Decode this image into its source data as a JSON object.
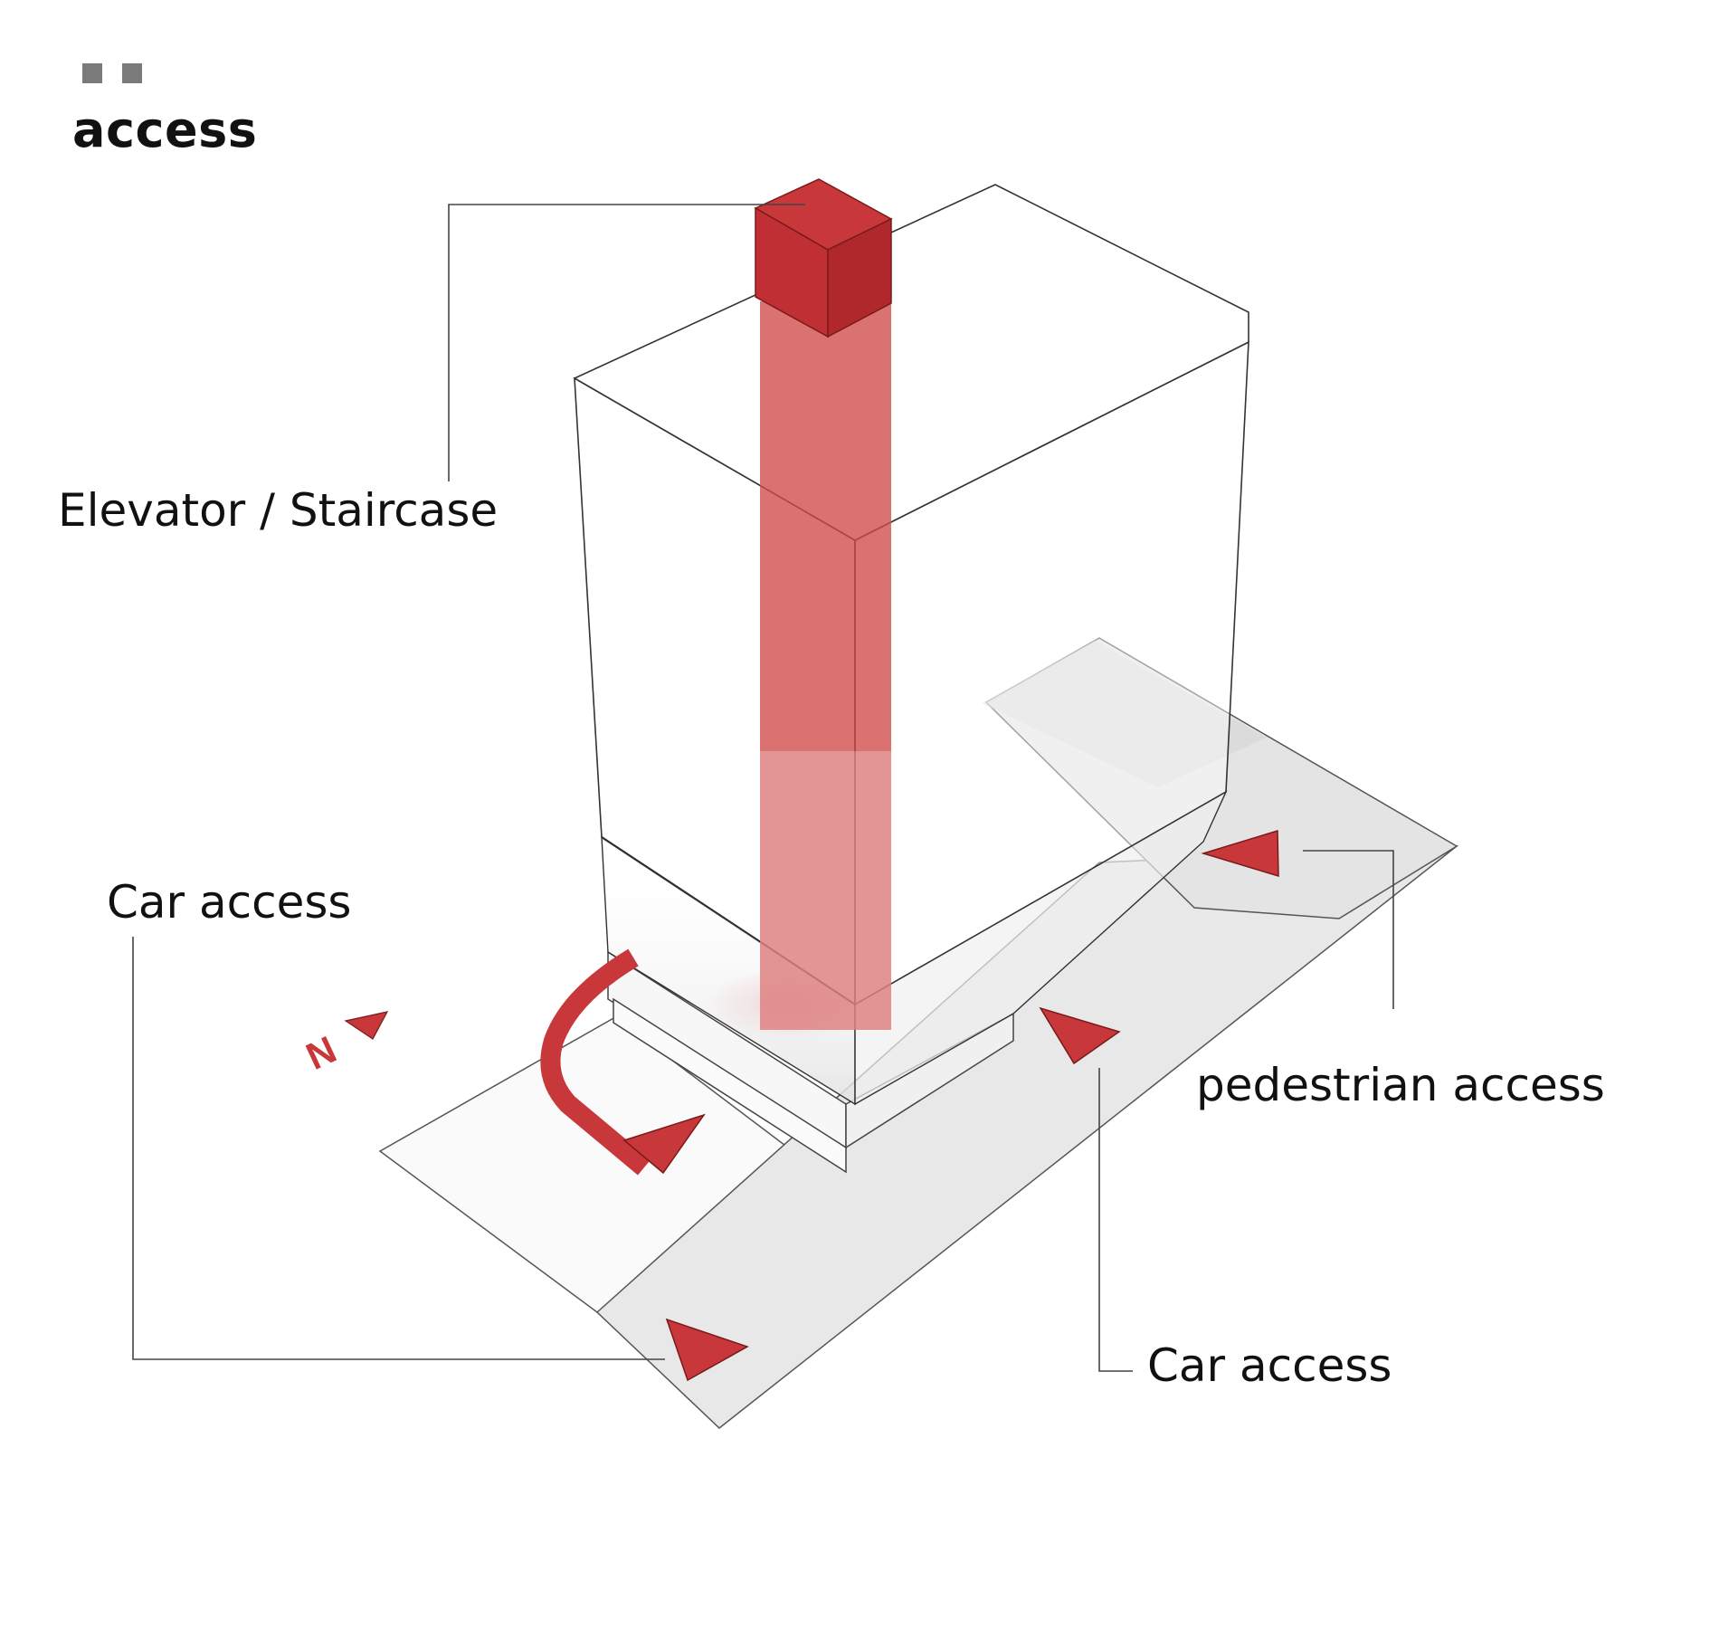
{
  "header": {
    "title": "access"
  },
  "labels": {
    "elevator": "Elevator / Staircase",
    "car_access_left": "Car access",
    "pedestrian_access": "pedestrian access",
    "car_access_right": "Car access"
  },
  "north_marker": "N",
  "colors": {
    "accent_red": "#c8373a",
    "line": "#555555",
    "ground": "#e6e6e6",
    "header_squares": "#7a7a7a"
  }
}
